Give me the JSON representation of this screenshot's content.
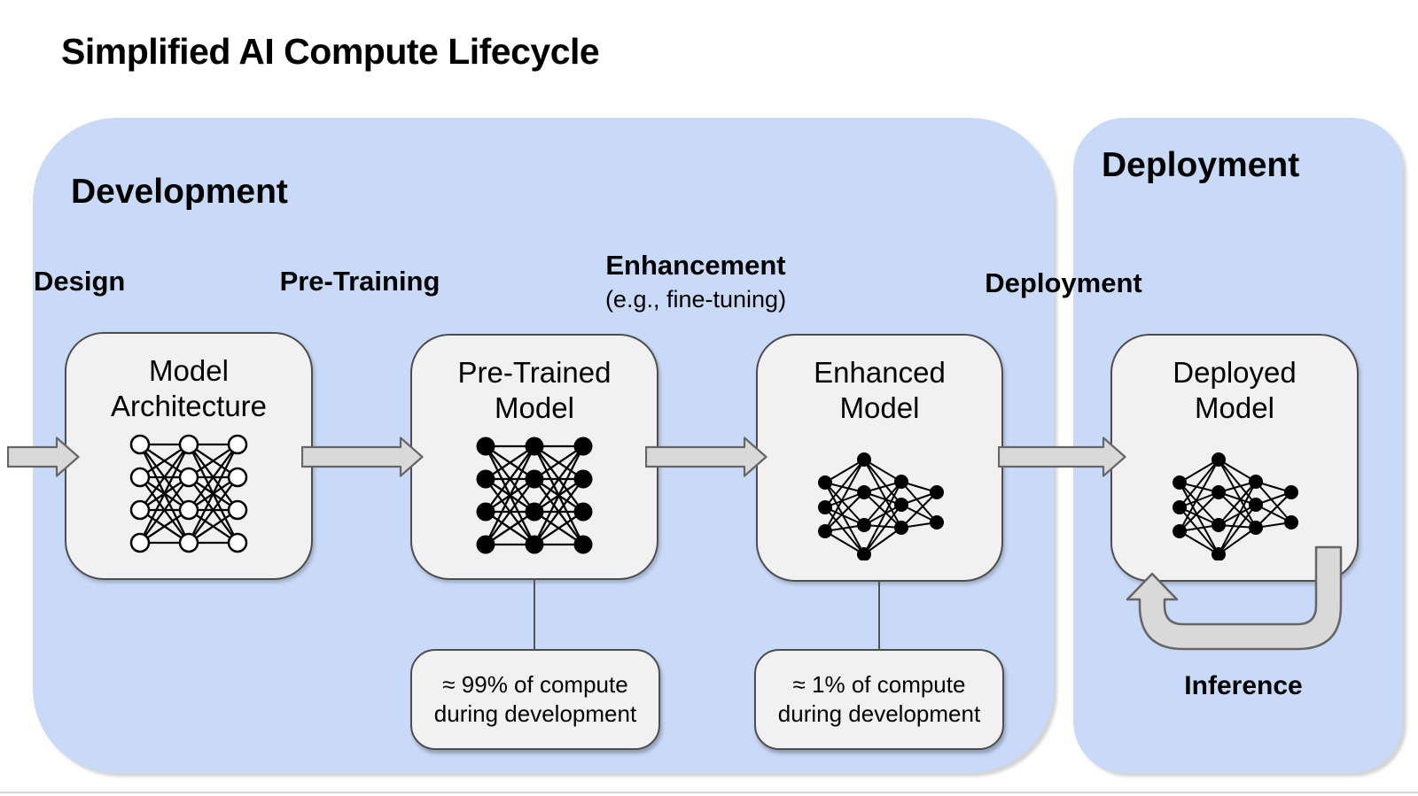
{
  "title": "Simplified AI Compute Lifecycle",
  "development": {
    "header": "Development"
  },
  "deployment_panel": {
    "header": "Deployment"
  },
  "stages": {
    "design": "Design",
    "pre_training": "Pre-Training",
    "enhancement": "Enhancement",
    "enhancement_note": "(e.g., fine-tuning)",
    "deployment": "Deployment"
  },
  "boxes": {
    "model_architecture": {
      "line1": "Model",
      "line2": "Architecture"
    },
    "pre_trained": {
      "line1": "Pre-Trained",
      "line2": "Model"
    },
    "enhanced": {
      "line1": "Enhanced",
      "line2": "Model"
    },
    "deployed": {
      "line1": "Deployed",
      "line2": "Model"
    }
  },
  "annotations": {
    "pre_training_compute": {
      "line1": "≈ 99% of compute",
      "line2": "during development"
    },
    "enhancement_compute": {
      "line1": "≈ 1% of compute",
      "line2": "during development"
    }
  },
  "inference_label": "Inference",
  "icons": {
    "flow_arrow": "right-block-arrow",
    "dense_network_outline": "neural-network-3x4-outline",
    "dense_network_filled": "neural-network-3x4-filled",
    "sparse_network": "neural-network-3-4-3-2-filled",
    "inference_loop": "u-turn-loop-arrow"
  },
  "colors": {
    "panel_blue": "#c9daf8",
    "box_gray": "#f1f1f1",
    "arrow_gray": "#d9d9d9",
    "border_dark": "#4d4d4d",
    "arrow_border": "#666666"
  }
}
